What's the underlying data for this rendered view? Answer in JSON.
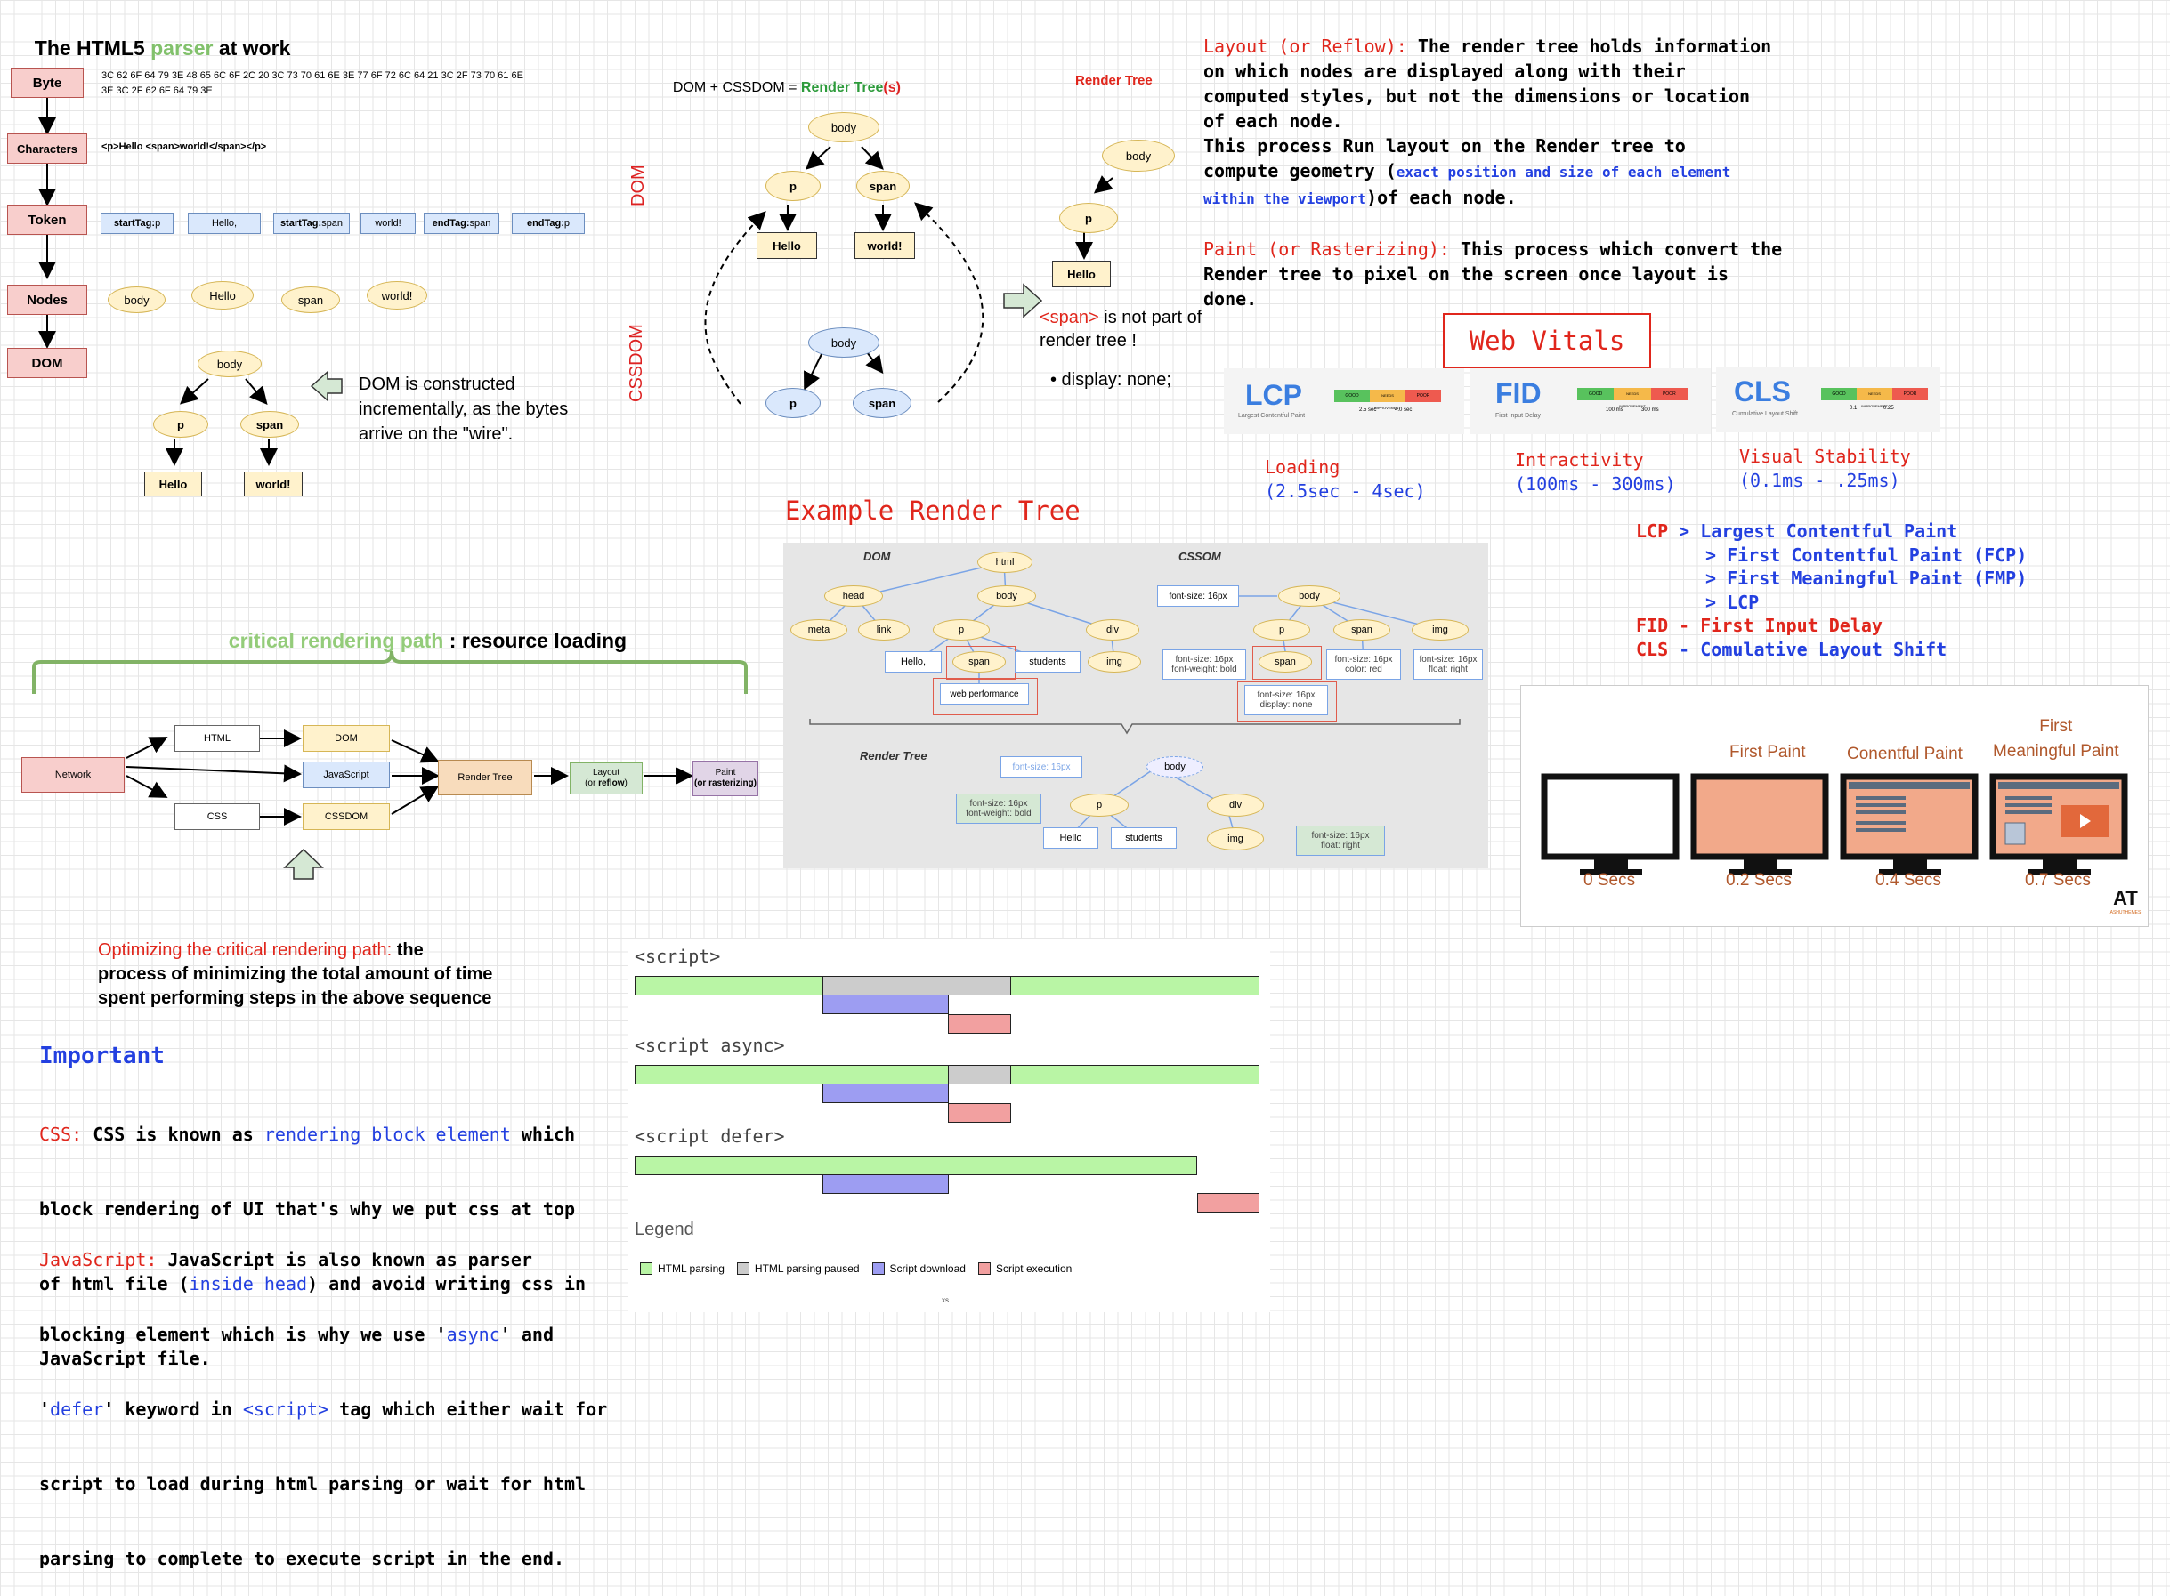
{
  "title": {
    "prefix": "The HTML5 ",
    "green": "parser",
    "suffix": " at work"
  },
  "parser": {
    "stages": [
      "Byte",
      "Characters",
      "Token",
      "Nodes",
      "DOM"
    ],
    "bytes_line1": "3C 62 6F 64 79 3E 48 65 6C 6F 2C 20 3C 73 70 61 6E 3E 77 6F 72 6C 64 21 3C 2F 73 70 61 6E",
    "bytes_line2": "3E 3C 2F 62 6F 64 79 3E",
    "characters": "<p>Hello <span>world!</span></p>",
    "tokens": [
      {
        "bold": "startTag:",
        "rest": " p"
      },
      {
        "bold": "",
        "rest": "Hello,"
      },
      {
        "bold": "startTag:",
        "rest": " span"
      },
      {
        "bold": "",
        "rest": "world!"
      },
      {
        "bold": "endTag:",
        "rest": " span"
      },
      {
        "bold": "endTag:",
        "rest": " p"
      }
    ],
    "nodes": [
      "body",
      "Hello",
      "span",
      "world!"
    ],
    "dom_tree": {
      "root": "body",
      "left": "p",
      "right": "span",
      "leaf_left": "Hello",
      "leaf_right": "world!"
    },
    "note": "DOM is constructed\nincrementally, as the bytes\narrive on the \"wire\"."
  },
  "render_tree_section": {
    "heading_black": "DOM + CSSDOM = ",
    "heading_green": "Render Tree",
    "heading_red": "(s)",
    "dom_label": "DOM",
    "cssdom_label": "CSSDOM",
    "dom": {
      "root": "body",
      "left": "p",
      "right": "span",
      "leaf_left": "Hello",
      "leaf_right": "world!"
    },
    "cssom": {
      "root": "body",
      "left": "p",
      "right": "span"
    },
    "render_tree_title": "Render Tree",
    "render": {
      "root": "body",
      "child": "p",
      "leaf": "Hello"
    },
    "span_note_red": "<span>",
    "span_note_black": " is not part of\nrender tree !",
    "bullet": "• display: none;"
  },
  "layout_text": {
    "l1_red": "Layout (or Reflow): ",
    "l1_black": "The render tree holds information",
    "l2": "on which nodes are displayed along with their",
    "l3": "computed styles, but not the dimensions or location",
    "l4": "of each node.",
    "l5": "This process Run layout on the Render tree to",
    "l6_black": "compute geometry (",
    "l6_blue": "exact position and size of each element",
    "l7_blue": "within the viewport",
    "l7_black": ")of each node.",
    "p1_red": "Paint (or Rasterizing): ",
    "p1_black": "This process which convert the",
    "p2": "Render tree to pixel on the screen once layout is",
    "p3": "done."
  },
  "web_vitals": {
    "title": "Web Vitals",
    "cards": [
      {
        "abbr": "LCP",
        "sub": "Largest Contentful Paint",
        "good": "GOOD",
        "ni": "NEEDS IMPROVEMENT",
        "poor": "POOR",
        "t1": "2.5 sec",
        "t2": "4.0 sec"
      },
      {
        "abbr": "FID",
        "sub": "First Input Delay",
        "good": "GOOD",
        "ni": "NEEDS IMPROVEMENT",
        "poor": "POOR",
        "t1": "100 ms",
        "t2": "300 ms"
      },
      {
        "abbr": "CLS",
        "sub": "Cumulative Layout Shift",
        "good": "GOOD",
        "ni": "NEEDS IMPROVEMENT",
        "poor": "POOR",
        "t1": "0.1",
        "t2": "0.25"
      }
    ],
    "labels": [
      {
        "red": "Loading",
        "blue": "(2.5sec - 4sec)"
      },
      {
        "red": "Intractivity",
        "blue": "(100ms - 300ms)"
      },
      {
        "red": "Visual Stability",
        "blue": "(0.1ms - .25ms)"
      }
    ],
    "defs": [
      {
        "red": "LCP",
        "blue": " > Largest Contentful Paint"
      },
      {
        "red": "",
        "blue": "> First Contentful Paint (FCP)"
      },
      {
        "red": "",
        "blue": "> First Meaningful Paint (FMP)"
      },
      {
        "red": "",
        "blue": "> LCP"
      },
      {
        "red": "FID",
        "blue": " - First Input Delay"
      },
      {
        "red": "CLS",
        "blue": " - Comulative Layout Shift"
      }
    ]
  },
  "example_render_tree": {
    "title": "Example Render Tree",
    "dom_label": "DOM",
    "cssom_label": "CSSOM",
    "render_label": "Render Tree",
    "dom": {
      "html": "html",
      "head": "head",
      "body": "body",
      "meta": "meta",
      "link": "link",
      "p": "p",
      "div": "div",
      "hello": "Hello,",
      "span": "span",
      "students": "students",
      "img": "img",
      "webperf": "web performance"
    },
    "cssom": {
      "fs": "font-size: 16px",
      "body": "body",
      "p": "p",
      "span": "span",
      "img": "img",
      "pbold": "font-size: 16px\nfont-weight: bold",
      "spanbox": "font-size: 16px\ndisplay: none",
      "spanred": "font-size: 16px\ncolor: red",
      "imgfloat": "font-size: 16px\nfloat: right"
    },
    "render": {
      "fs": "font-size: 16px",
      "body": "body",
      "p": "p",
      "div": "div",
      "bold": "font-size: 16px\nfont-weight: bold",
      "hello": "Hello",
      "students": "students",
      "img": "img",
      "float": "font-size: 16px\nfloat: right"
    }
  },
  "crp": {
    "heading_green": "critical rendering path",
    "heading_black": " : resource loading",
    "nodes": {
      "network": "Network",
      "html": "HTML",
      "css": "CSS",
      "dom": "DOM",
      "js": "JavaScript",
      "cssdom": "CSSDOM",
      "render": "Render Tree",
      "layout1": "Layout",
      "layout2_pre": "(or ",
      "layout2_bold": "reflow",
      "layout2_post": ")",
      "paint1": "Paint",
      "paint2": "(or rasterizing)"
    },
    "opt_red": "Optimizing the critical rendering path: ",
    "opt_black1": "the",
    "opt_black2": "process of minimizing the total amount of time",
    "opt_black3": "spent performing steps in the above sequence"
  },
  "important": {
    "title": "Important",
    "css": [
      {
        "red": "CSS: ",
        "black": "CSS is known as ",
        "blue": "rendering block element",
        "black2": " which"
      },
      {
        "black": "block rendering of UI that's why we put css at top"
      },
      {
        "black": "of html file (",
        "blue": "inside head",
        "black2": ") and avoid writing css in"
      },
      {
        "black": "JavaScript file."
      }
    ],
    "js": [
      {
        "red": "JavaScript: ",
        "black": "JavaScript is also known as parser"
      },
      {
        "black": "blocking element which is why we use '",
        "blue": "async",
        "black2": "' and"
      },
      {
        "black": "'",
        "blue": "defer",
        "black2": "' keyword in ",
        "blue2": "<script>",
        "black3": " tag which either wait for"
      },
      {
        "black": "script to load during html parsing or wait for html"
      },
      {
        "black": "parsing to complete to execute script in the end."
      }
    ]
  },
  "script_timing": {
    "rows": [
      "<script>",
      "<script async>",
      "<script defer>"
    ],
    "legend_title": "Legend",
    "legend": [
      "HTML parsing",
      "HTML parsing paused",
      "Script download",
      "Script execution"
    ],
    "footer": "xs"
  },
  "paint_timeline": {
    "labels": [
      "",
      "First Paint",
      "Conentful Paint",
      "First\nMeaningful Paint"
    ],
    "times": [
      "0 Secs",
      "0.2 Secs",
      "0.4 Secs",
      "0.7 Secs"
    ],
    "logo_text": "AT",
    "logo_sub": "ASHUTHEMES"
  }
}
